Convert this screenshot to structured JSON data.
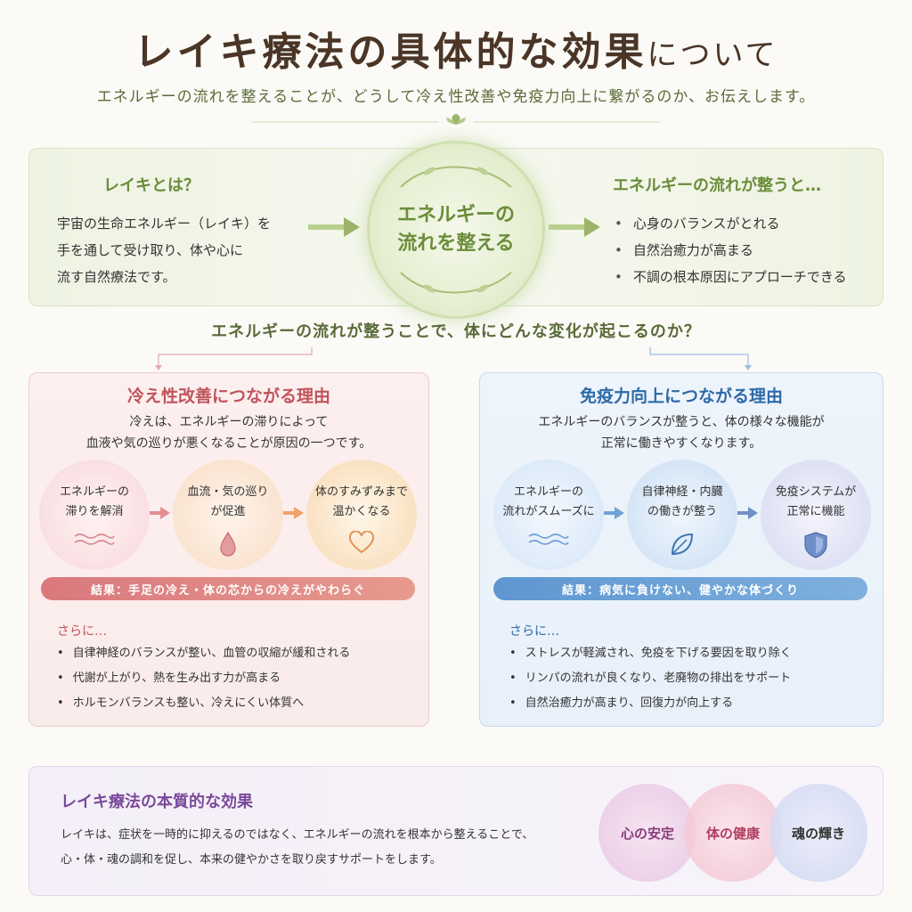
{
  "header": {
    "title_main": "レイキ療法の具体的な効果",
    "title_tail": "について",
    "subtitle": "エネルギーの流れを整えることが、どうして冷え性改善や免疫力向上に繋がるのか、お伝えします。"
  },
  "intro": {
    "reiki_heading": "レイキとは？",
    "reiki_lines": [
      "宇宙の生命エネルギー（レイキ）を",
      "手を通して受け取り、体や心に",
      "流す自然療法です。"
    ],
    "center_lines": [
      "エネルギーの",
      "流れを整える"
    ],
    "flow_heading": "エネルギーの流れが整うと…",
    "flow_items": [
      "心身のバランスがとれる",
      "自然治癒力が高まる",
      "不調の根本原因にアプローチできる"
    ]
  },
  "question": "エネルギーの流れが整うことで、体にどんな変化が起こるのか？",
  "cold": {
    "heading": "冷え性改善につながる理由",
    "desc_lines": [
      "冷えは、エネルギーの滞りによって",
      "血液や気の巡りが悪くなることが原因の一つです。"
    ],
    "steps": [
      {
        "lines": [
          "エネルギーの",
          "滞りを解消"
        ],
        "icon": "wave-icon"
      },
      {
        "lines": [
          "血流・気の巡り",
          "が促進"
        ],
        "icon": "drop-icon"
      },
      {
        "lines": [
          "体のすみずみまで",
          "温かくなる"
        ],
        "icon": "heart-icon"
      }
    ],
    "result": "結果：手足の冷え・体の芯からの冷えがやわらぐ",
    "more_heading": "さらに…",
    "more_items": [
      "自律神経のバランスが整い、血管の収縮が緩和される",
      "代謝が上がり、熱を生み出す力が高まる",
      "ホルモンバランスも整い、冷えにくい体質へ"
    ]
  },
  "immune": {
    "heading": "免疫力向上につながる理由",
    "desc_lines": [
      "エネルギーのバランスが整うと、体の様々な機能が",
      "正常に働きやすくなります。"
    ],
    "steps": [
      {
        "lines": [
          "エネルギーの",
          "流れがスムーズに"
        ],
        "icon": "wave-icon"
      },
      {
        "lines": [
          "自律神経・内臓",
          "の働きが整う"
        ],
        "icon": "leaf-icon"
      },
      {
        "lines": [
          "免疫システムが",
          "正常に機能"
        ],
        "icon": "shield-icon"
      }
    ],
    "result": "結果：病気に負けない、健やかな体づくり",
    "more_heading": "さらに…",
    "more_items": [
      "ストレスが軽減され、免疫を下げる要因を取り除く",
      "リンパの流れが良くなり、老廃物の排出をサポート",
      "自然治癒力が高まり、回復力が向上する"
    ]
  },
  "essence": {
    "heading": "レイキ療法の本質的な効果",
    "lines": [
      "レイキは、症状を一時的に抑えるのではなく、エネルギーの流れを根本から整えることで、",
      "心・体・魂の調和を促し、本来の健やかさを取り戻すサポートをします。"
    ],
    "circles": [
      "心の安定",
      "体の健康",
      "魂の輝き"
    ]
  },
  "colors": {
    "green": "#6b8d3a",
    "pink": "#c0545a",
    "blue": "#2e6aa8",
    "purple": "#7a4a9a"
  }
}
